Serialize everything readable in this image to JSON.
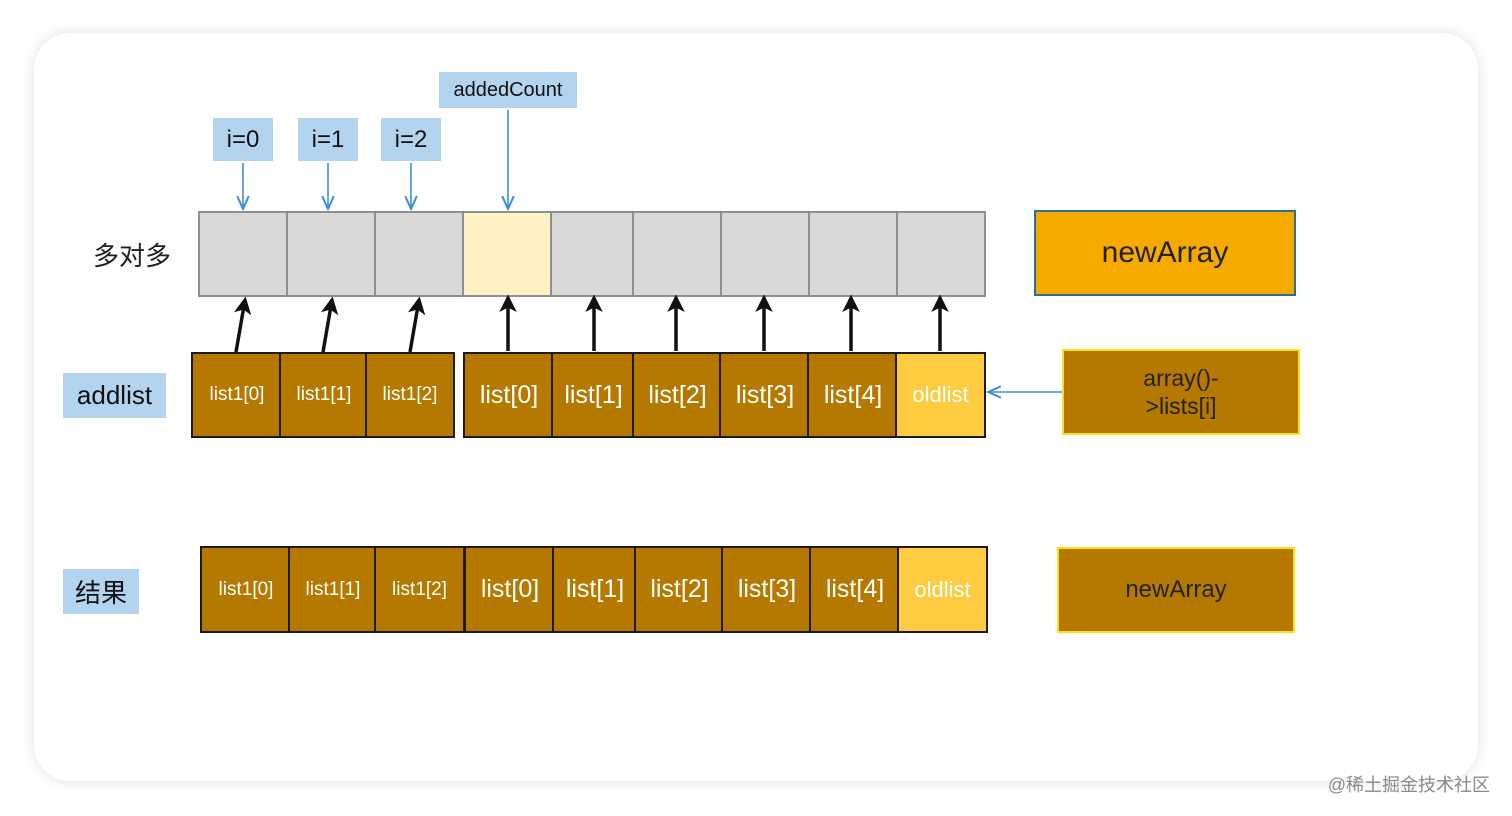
{
  "pointers": {
    "i0": "i=0",
    "i1": "i=1",
    "i2": "i=2",
    "added_count": "addedCount"
  },
  "row_labels": {
    "top": "多对多",
    "middle": "addlist",
    "bottom": "结果"
  },
  "addlist_cells": [
    "list1[0]",
    "list1[1]",
    "list1[2]",
    "list[0]",
    "list[1]",
    "list[2]",
    "list[3]",
    "list[4]",
    "oldlist"
  ],
  "result_cells": [
    "list1[0]",
    "list1[1]",
    "list1[2]",
    "list[0]",
    "list[1]",
    "list[2]",
    "list[3]",
    "list[4]",
    "oldlist"
  ],
  "side_boxes": {
    "new_array_top": "newArray",
    "lists_source_line1": "array()-",
    "lists_source_line2": ">lists[i]",
    "new_array_bottom": "newArray"
  },
  "colors": {
    "tag": "#b3d4ee",
    "gray_cell": "#d9d9d9",
    "highlight_cell": "#fef1c4",
    "brown": "#b57900",
    "yellow": "#fdcc40",
    "orange": "#f6aa00",
    "arrow_blue": "#3d8fd6"
  },
  "watermark": "@稀土掘金技术社区"
}
